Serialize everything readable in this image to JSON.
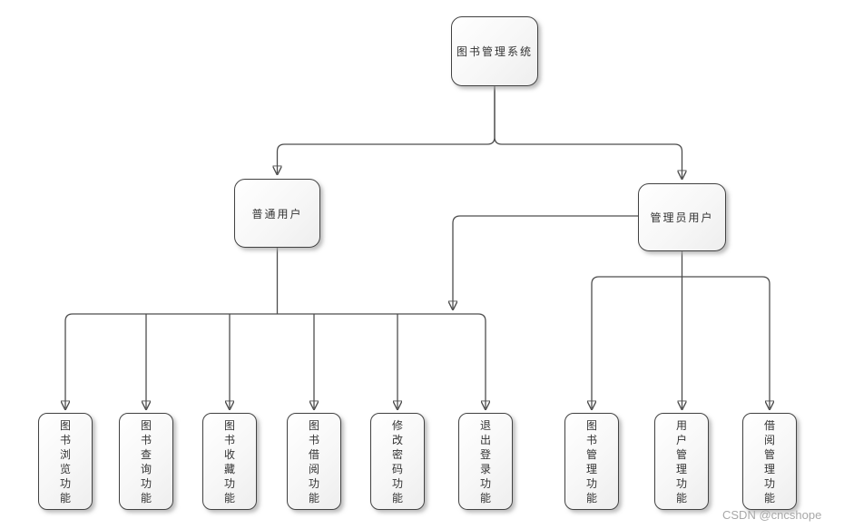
{
  "diagram": {
    "title_node": {
      "label": "图书管理系统"
    },
    "branches": [
      {
        "label": "普通用户"
      },
      {
        "label": "管理员用户"
      }
    ],
    "user_functions": [
      {
        "label": "图书浏览功能"
      },
      {
        "label": "图书查询功能"
      },
      {
        "label": "图书收藏功能"
      },
      {
        "label": "图书借阅功能"
      },
      {
        "label": "修改密码功能"
      },
      {
        "label": "退出登录功能"
      }
    ],
    "admin_functions": [
      {
        "label": "图书管理功能"
      },
      {
        "label": "用户管理功能"
      },
      {
        "label": "借阅管理功能"
      }
    ]
  },
  "watermark": {
    "text": "CSDN @cncshope"
  },
  "colors": {
    "line": "#4d4d4d",
    "node_border": "#424242",
    "node_fill_start": "#ffffff",
    "node_fill_end": "#eeeeee",
    "watermark_text": "#a8a8a8",
    "background": "#ffffff"
  }
}
